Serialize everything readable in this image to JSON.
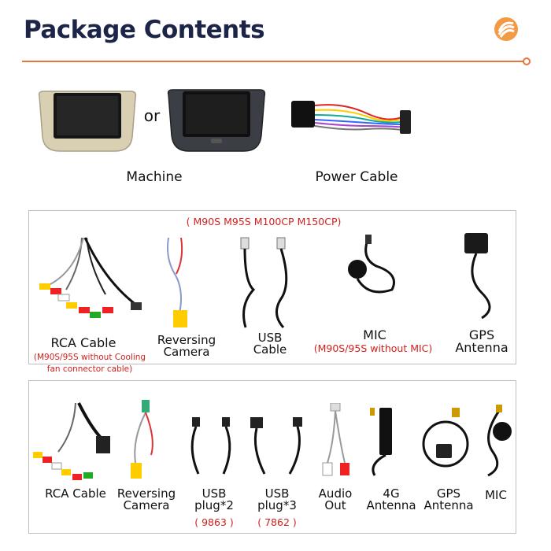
{
  "header": {
    "title": "Package Contents"
  },
  "top": {
    "machine_label": "Machine",
    "or_text": "or",
    "power_cable_label": "Power Cable"
  },
  "box1": {
    "models_note": "( M90S M95S M100CP M150CP)",
    "items": [
      {
        "label": "RCA Cable",
        "note": "(M90S/95S without Cooling fan connector cable)"
      },
      {
        "label": "Reversing Camera"
      },
      {
        "label": "USB Cable"
      },
      {
        "label": "MIC",
        "note": "(M90S/95S without MIC)"
      },
      {
        "label": "GPS Antenna"
      }
    ]
  },
  "box2": {
    "items": [
      {
        "label": "RCA Cable"
      },
      {
        "label": "Reversing Camera"
      },
      {
        "label": "USB plug*2",
        "note": "( 9863 )"
      },
      {
        "label": "USB plug*3",
        "note": "( 7862 )"
      },
      {
        "label": "Audio Out"
      },
      {
        "label": "4G Antenna"
      },
      {
        "label": "GPS Antenna"
      },
      {
        "label": "MIC"
      }
    ]
  },
  "colors": {
    "title": "#1c2548",
    "accent": "#e8743b",
    "note_red": "#d3201d"
  }
}
